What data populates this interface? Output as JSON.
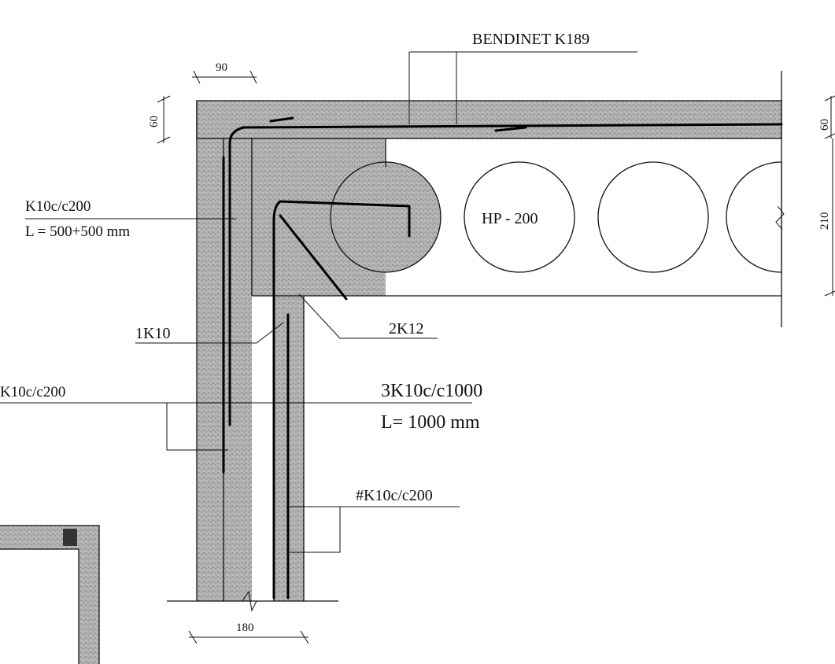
{
  "labels": {
    "bendinet": "BENDINET K189",
    "k10_upper_line1": "K10c/c200",
    "k10_upper_line2": "L = 500+500 mm",
    "one_k10": "1K10",
    "two_k12": "2K12",
    "k10_left_cut": "K10c/c200",
    "three_k10_line1": "3K10c/c1000",
    "three_k10_line2": "L= 1000 mm",
    "hash_k10": "#K10c/c200",
    "hp_slab": "HP - 200"
  },
  "dimensions": {
    "top_width": "90",
    "top_thickness": "60",
    "right_top": "60",
    "right_height": "210",
    "bottom_width": "180"
  },
  "colors": {
    "line": "#111111",
    "concrete": "#a8a8a8",
    "background": "#ffffff"
  }
}
